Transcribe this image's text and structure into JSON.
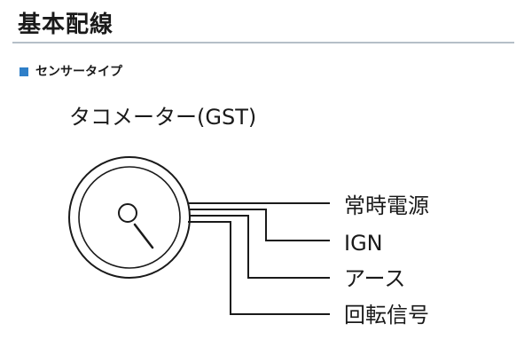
{
  "header": {
    "title": "基本配線"
  },
  "section": {
    "label": "センサータイプ",
    "bullet_color": "#2f7fc8"
  },
  "diagram": {
    "device_label": "タコメーター(GST)",
    "device_icon": "gauge-icon",
    "wires": [
      {
        "label": "常時電源"
      },
      {
        "label": "IGN"
      },
      {
        "label": "アース"
      },
      {
        "label": "回転信号"
      }
    ]
  }
}
